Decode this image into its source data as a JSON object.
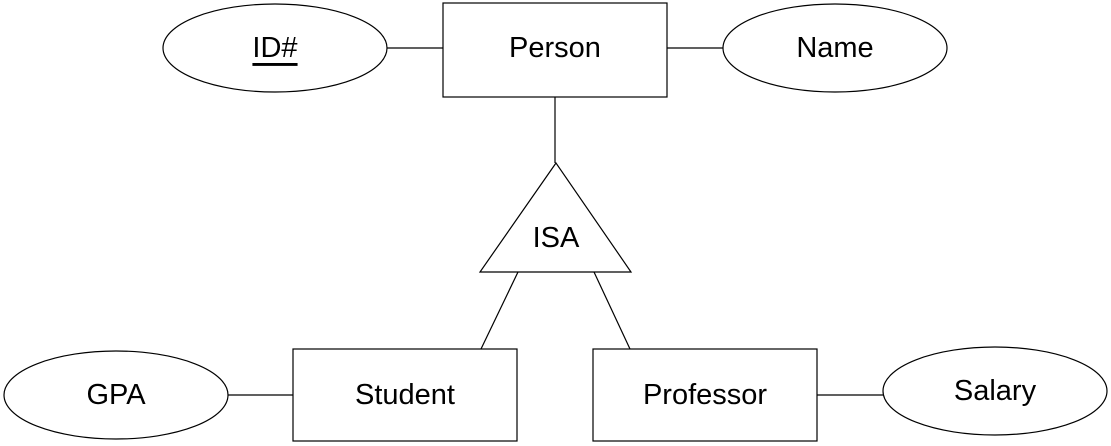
{
  "entities": {
    "person": "Person",
    "student": "Student",
    "professor": "Professor"
  },
  "attributes": {
    "id": "ID#",
    "name": "Name",
    "gpa": "GPA",
    "salary": "Salary"
  },
  "relationship": {
    "isa": "ISA"
  }
}
